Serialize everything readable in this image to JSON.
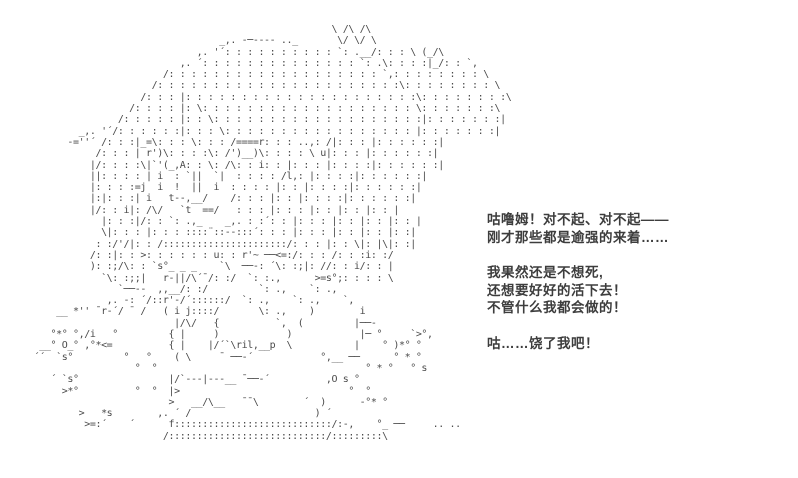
{
  "scene": {
    "background_color": "#ffffff",
    "aa_color": "#4a4a4a",
    "text_color": "#3d3d3d",
    "ascii_art_name": "gollum-dogeza-sparkles",
    "ascii_art_lines": [
      "                                                      \\ /\\ /\\",
      "                                  _,. -─---- .._       \\/ \\/ \\",
      "                              ,. '´: : : : : : : : : : `: .__/: : : \\ (_/\\",
      "                           ,. ´: : : : : : : : : : : : : : `: .\\: : : :|_/: : `,",
      "                        /: : : : : : : : : : : : : : : : : : : `,: : : : : : : : \\",
      "                      /: : : : : : : : : : : : : : : : : : : : : :\\: : : : : : : : \\",
      "                    /: : : |: : : : : : : : : : : : : : : : : : : : :\\: : : : : : : :\\",
      "                  /: : : : |: \\: : : : : : : : : : : : : : : : : : : \\: : : : : : :\\",
      "                /: : : : : |: : \\: : : : : : : : : : : : : : : : : : :|: : : : : : :|",
      "         _,. '´/: : : : : :|: : : \\: : : : : : : : : : : : : : : : : |: : : : : : :|",
      "       -=''´ /: : :|_=\\: : : \\: : : /====r: : : ..,: /|: : : |: : : : : :|",
      "            /: : : | r')\\: : : :\\: /')__)\\: : : : \\ u|: : : |: : : : : :|",
      "           |/: : : :\\|`'(_,A: : \\: /\\: : i: : |: : : |: : : :|: : : : : :|",
      "           ||: : : : | i  : `||  `|  : : : : /l,: |: : : :|: : : : : :|",
      "           |: : : :=j  i  !  ||  i  : : : : |: : |: : : :|: : : : : :|",
      "           |:|: : :| i   t--,__/    /: : : |: : |: : : :|: : : : : :|",
      "           |/: : i|: /\\/   `t  ==/   : : : |: : : |: : |: : |: : |",
      "             |: : :|/: : `: .,_    _,. : :´: : |: : : |: : |: : |: : |",
      "             \\|: : : |: : : ::::¨::--:::´: : : |: : : |: : |: : |: :|",
      "            : :/'/|: : /::::::::::::::::::::::/: : : |: : \\|: |\\|: :|",
      "           /: :|: : >: : : : : : u: : r'~ ──<=:/: : : /: : :i: :/",
      "           ): :;/\\: : `s°_ _ _    `\\  ──-: ´\\: :;|: //: : i/: : |",
      "             `\\: :;;|   r-||/\\´¯/: :/  `: :.,      >=s°;: : : : \\",
      "                `──--  ,,__/: :/         `: .,    `: .,",
      "              ,. -: ´/::r'-/´::::::/  `: .,    `: .,    `,",
      "     __ *'' ¯r-´/ ¯ /   ( i j::::/       \\: .,    )        i",
      "                          |/\\/   {          `,  (         |──-",
      "    °*° °,/i   °         { |     )            )            |─ °     `>°,",
      "  __° O_° ,°*<=          { |    |/´`\\ril,__p  \\           |    ° )*° °",
      " ´´  `s°         °   °    ( \\     ¯ ──-´            °,__ ──      ° * °",
      "                   °  °                                     ° * °   ° s",
      "    ´ `s°                |/`---|---__ ¯──-´          ,O s °",
      "      >*°          °  °  |>                              °  °",
      "                         >   __/\\__   ¯¯\\        ´  )      -°* °",
      "         >   *s        ,. ´ /                      ) ´",
      "          >=:´    ´      f::::::::::::::::::::::::::::/:-,    °_ ──     .. ..",
      "                        /::::::::::::::::::::::::::::/:::::::::\\"
    ],
    "dialogue": {
      "groups": [
        {
          "lines": [
            "咕噜姆！对不起、对不起——",
            "刚才那些都是逾强的来着……"
          ]
        },
        {
          "lines": [
            "我果然还是不想死,",
            "还想要好好的活下去！",
            "不管什么我都会做的！"
          ]
        },
        {
          "lines": [
            "咕……饶了我吧！"
          ]
        }
      ]
    }
  }
}
